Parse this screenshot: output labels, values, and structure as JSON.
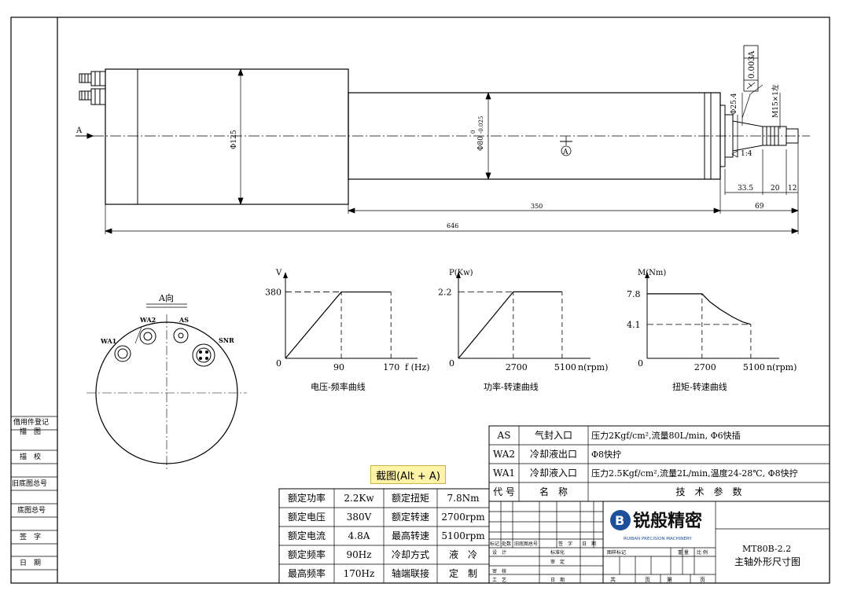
{
  "left_strip": [
    "借用件登记",
    "描　图",
    "描　校",
    "旧底图总号",
    "底图总号",
    "签　字",
    "日　期"
  ],
  "dims": {
    "d125": "Φ125",
    "d80": "Φ80",
    "d80_tol_upper": "0",
    "d80_tol_lower": "-0.025",
    "d25": "Φ25.4",
    "thread": "M15×1左",
    "taper": "1:4",
    "tol_value": "0.003",
    "tol_datum": "A",
    "datum_label": "A",
    "view_arrow": "A",
    "len_350": "350",
    "len_646": "646",
    "len_33": "33.5",
    "len_20": "20",
    "len_12": "12",
    "len_69": "69"
  },
  "end_view": {
    "title": "A向",
    "labels": [
      "WA1",
      "WA2",
      "AS",
      "SNR"
    ]
  },
  "chart_data": [
    {
      "type": "line",
      "title": "电压-频率曲线",
      "xlabel": "f (Hz)",
      "ylabel": "V",
      "origin": "0",
      "x": [
        0,
        90,
        170
      ],
      "y": [
        0,
        380,
        380
      ],
      "xticks": [
        "90",
        "170"
      ],
      "yticks": [
        "380"
      ],
      "xlim": [
        0,
        190
      ],
      "ylim": [
        0,
        450
      ]
    },
    {
      "type": "line",
      "title": "功率-转速曲线",
      "xlabel": "n(rpm)",
      "ylabel": "P(Kw)",
      "origin": "0",
      "x": [
        0,
        2700,
        5100
      ],
      "y": [
        0,
        2.2,
        2.2
      ],
      "xticks": [
        "2700",
        "5100"
      ],
      "yticks": [
        "2.2"
      ],
      "xlim": [
        0,
        5800
      ],
      "ylim": [
        0,
        2.6
      ]
    },
    {
      "type": "line",
      "title": "扭矩-转速曲线",
      "xlabel": "n(rpm)",
      "ylabel": "M(Nm)",
      "origin": "0",
      "x": [
        0,
        2700,
        3100,
        3600,
        4200,
        4700,
        5100
      ],
      "y": [
        7.8,
        7.8,
        6.8,
        5.9,
        5.0,
        4.4,
        4.1
      ],
      "xticks": [
        "2700",
        "5100"
      ],
      "yticks": [
        "7.8",
        "4.1"
      ],
      "xlim": [
        0,
        5800
      ],
      "ylim": [
        0,
        9.5
      ]
    }
  ],
  "spec_table": [
    [
      "额定功率",
      "2.2Kw",
      "额定扭矩",
      "7.8Nm"
    ],
    [
      "额定电压",
      "380V",
      "额定转速",
      "2700rpm"
    ],
    [
      "额定电流",
      "4.8A",
      "最高转速",
      "5100rpm"
    ],
    [
      "额定频率",
      "90Hz",
      "冷却方式",
      "液　冷"
    ],
    [
      "最高频率",
      "170Hz",
      "轴端联接",
      "定　制"
    ]
  ],
  "tech_table": [
    [
      "AS",
      "气封入口",
      "压力2Kgf/cm²,流量80L/min, Φ6快插"
    ],
    [
      "WA2",
      "冷却液出口",
      "Φ8快拧"
    ],
    [
      "WA1",
      "冷却液入口",
      "压力2.5Kgf/cm²,流量2L/min,温度24-28℃, Φ8快拧"
    ]
  ],
  "tech_header": [
    "代 号",
    "名　称",
    "技　术　参　数"
  ],
  "title_block": {
    "logo_text": "锐般精密",
    "logo_sub": "RUIBAN PRECISION MACHINERY",
    "drawing_no": "MT80B-2.2",
    "drawing_name": "主轴外形尺寸图",
    "r1": [
      "标记",
      "处数",
      "旧底图总号",
      "签　字",
      "日　期"
    ],
    "r2": [
      "设　计",
      "标准化"
    ],
    "r3": [
      "审　定"
    ],
    "r4": [
      "审　核"
    ],
    "r5": [
      "工　艺",
      "日　期"
    ],
    "marks": [
      "图样标记",
      "重 量",
      "比 例"
    ],
    "pages": [
      "共",
      "页",
      "第",
      "页"
    ]
  },
  "screenshot_button": "截图(Alt + A)"
}
